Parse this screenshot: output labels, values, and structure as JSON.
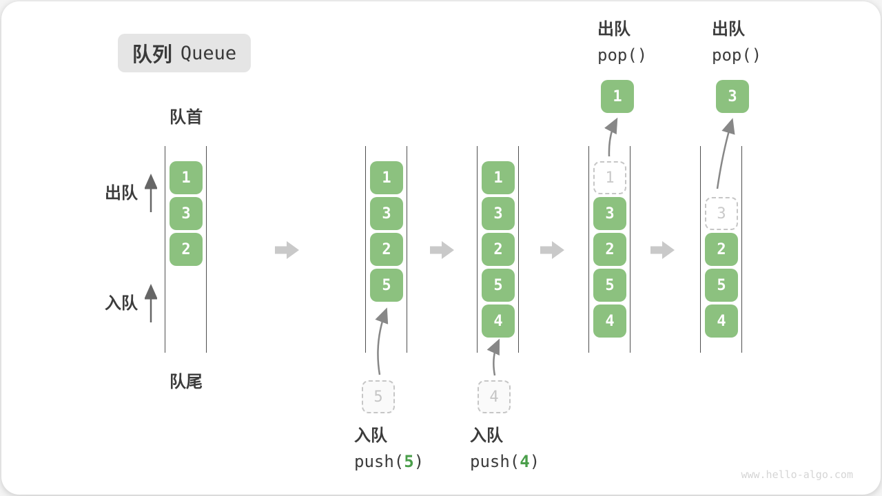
{
  "title": {
    "zh": "队列",
    "en": "Queue"
  },
  "side_labels": {
    "front": "队首",
    "rear": "队尾",
    "dequeue": "出队",
    "enqueue": "入队"
  },
  "operations": {
    "push_5": {
      "label": "入队",
      "code_prefix": "push(",
      "arg": "5",
      "code_suffix": ")"
    },
    "push_4": {
      "label": "入队",
      "code_prefix": "push(",
      "arg": "4",
      "code_suffix": ")"
    },
    "pop_1": {
      "label": "出队",
      "code": "pop()"
    },
    "pop_2": {
      "label": "出队",
      "code": "pop()"
    }
  },
  "columns": [
    {
      "boxes": [
        "1",
        "3",
        "2"
      ]
    },
    {
      "boxes": [
        "1",
        "3",
        "2",
        "5"
      ],
      "incoming": "5"
    },
    {
      "boxes": [
        "1",
        "3",
        "2",
        "5",
        "4"
      ],
      "incoming": "4"
    },
    {
      "boxes": [
        "3",
        "2",
        "5",
        "4"
      ],
      "ghost": "1",
      "popped": "1"
    },
    {
      "boxes": [
        "2",
        "5",
        "4"
      ],
      "ghost": "3",
      "popped": "3"
    }
  ],
  "watermark": "www.hello-algo.com",
  "colors": {
    "box_green": "#8cc17f",
    "arg_green": "#4a9e4a",
    "label_dark": "#3c3c3c",
    "title_bg": "#e5e5e5",
    "rail_gray": "#4e4e4e",
    "flow_arrow_gray": "#c9c9c9",
    "curve_arrow_gray": "#878787",
    "ghost_gray": "#c6c6c6"
  }
}
